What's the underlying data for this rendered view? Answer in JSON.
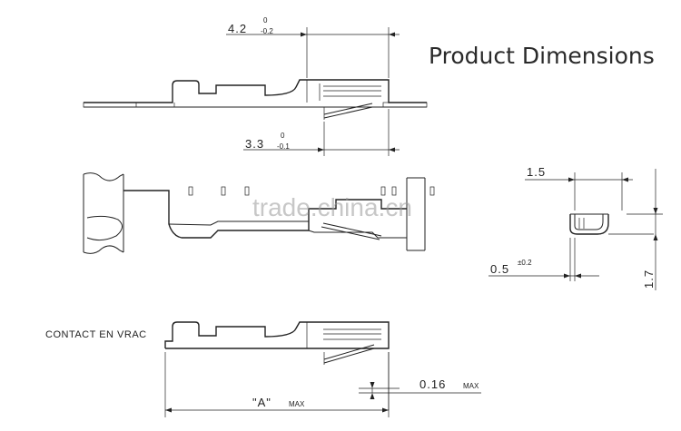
{
  "title": "Product Dimensions",
  "dims": {
    "d1_main": "4.2",
    "d1_upper": "0",
    "d1_lower": "-0.2",
    "d2_main": "3.3",
    "d2_upper": "0",
    "d2_lower": "-0.1",
    "d3_main": "1.5",
    "d4_main": "0.5",
    "d4_tol": "±0.2",
    "d5_main": "1.7",
    "d6_main": "0.16",
    "d6_suffix": "MAX",
    "d7_main": "\"A\"",
    "d7_suffix": "MAX"
  },
  "note": "CONTACT EN VRAC",
  "watermark": "trade.china.cn"
}
